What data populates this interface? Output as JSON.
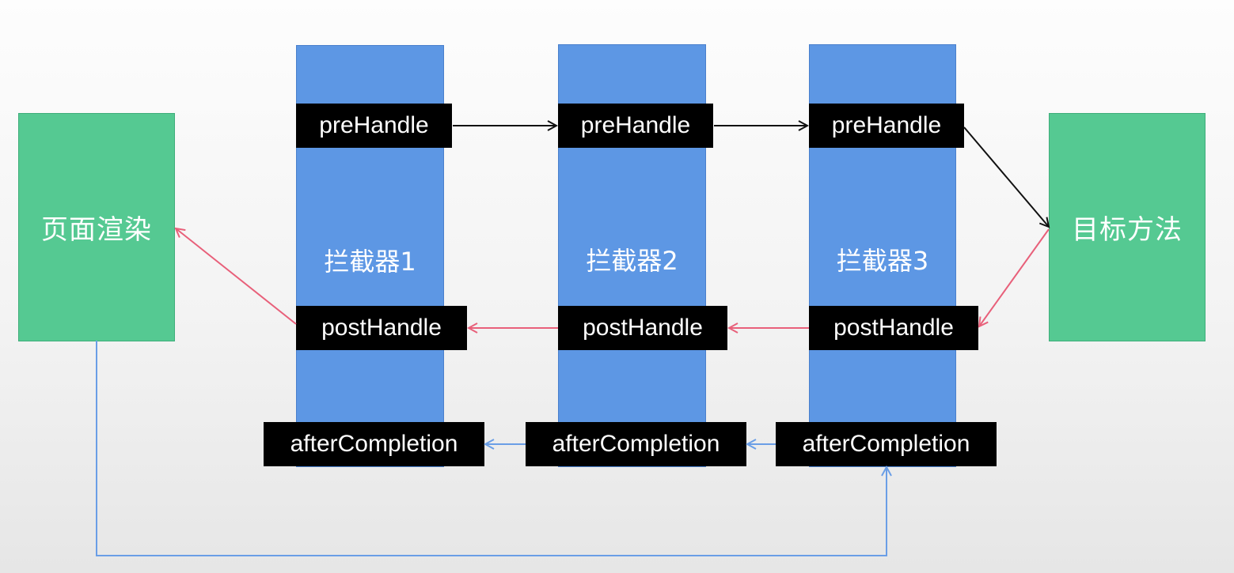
{
  "left_box": {
    "label": "页面渲染"
  },
  "right_box": {
    "label": "目标方法"
  },
  "interceptors": [
    {
      "title": "拦截器1",
      "pre": "preHandle",
      "post": "postHandle",
      "after": "afterCompletion"
    },
    {
      "title": "拦截器2",
      "pre": "preHandle",
      "post": "postHandle",
      "after": "afterCompletion"
    },
    {
      "title": "拦截器3",
      "pre": "preHandle",
      "post": "postHandle",
      "after": "afterCompletion"
    }
  ],
  "colors": {
    "green": "#55c992",
    "blue_column": "#5d97e4",
    "black_arrow": "#111111",
    "red_arrow": "#e8607a",
    "blue_arrow": "#6a9ee6"
  }
}
